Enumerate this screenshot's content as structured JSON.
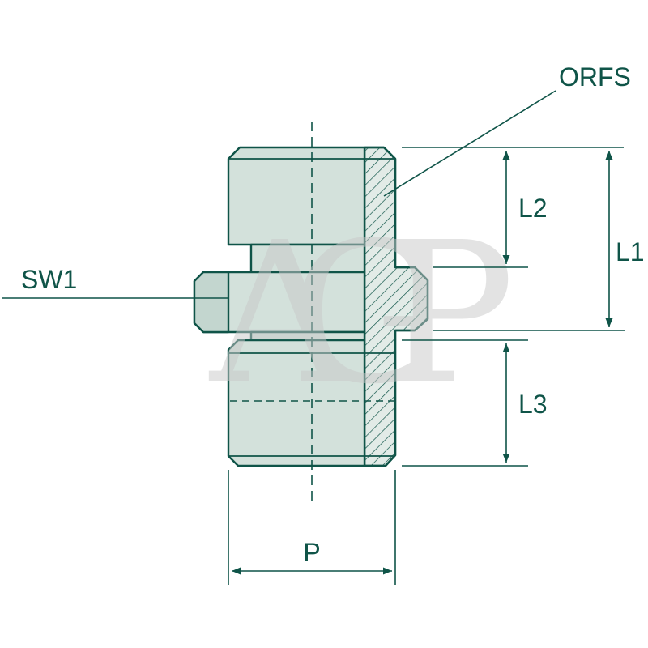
{
  "labels": {
    "orfs": "ORFS",
    "sw1": "SW1",
    "l1": "L1",
    "l2": "L2",
    "l3": "L3",
    "p": "P"
  },
  "watermark": "AGP",
  "colors": {
    "line": "#0f5448",
    "fill_light": "#d3e1db",
    "fill_medium": "#c3d6cf",
    "fill_section": "#e2ebe7",
    "watermark_gray": "#c9c9c9",
    "background": "#ffffff"
  }
}
